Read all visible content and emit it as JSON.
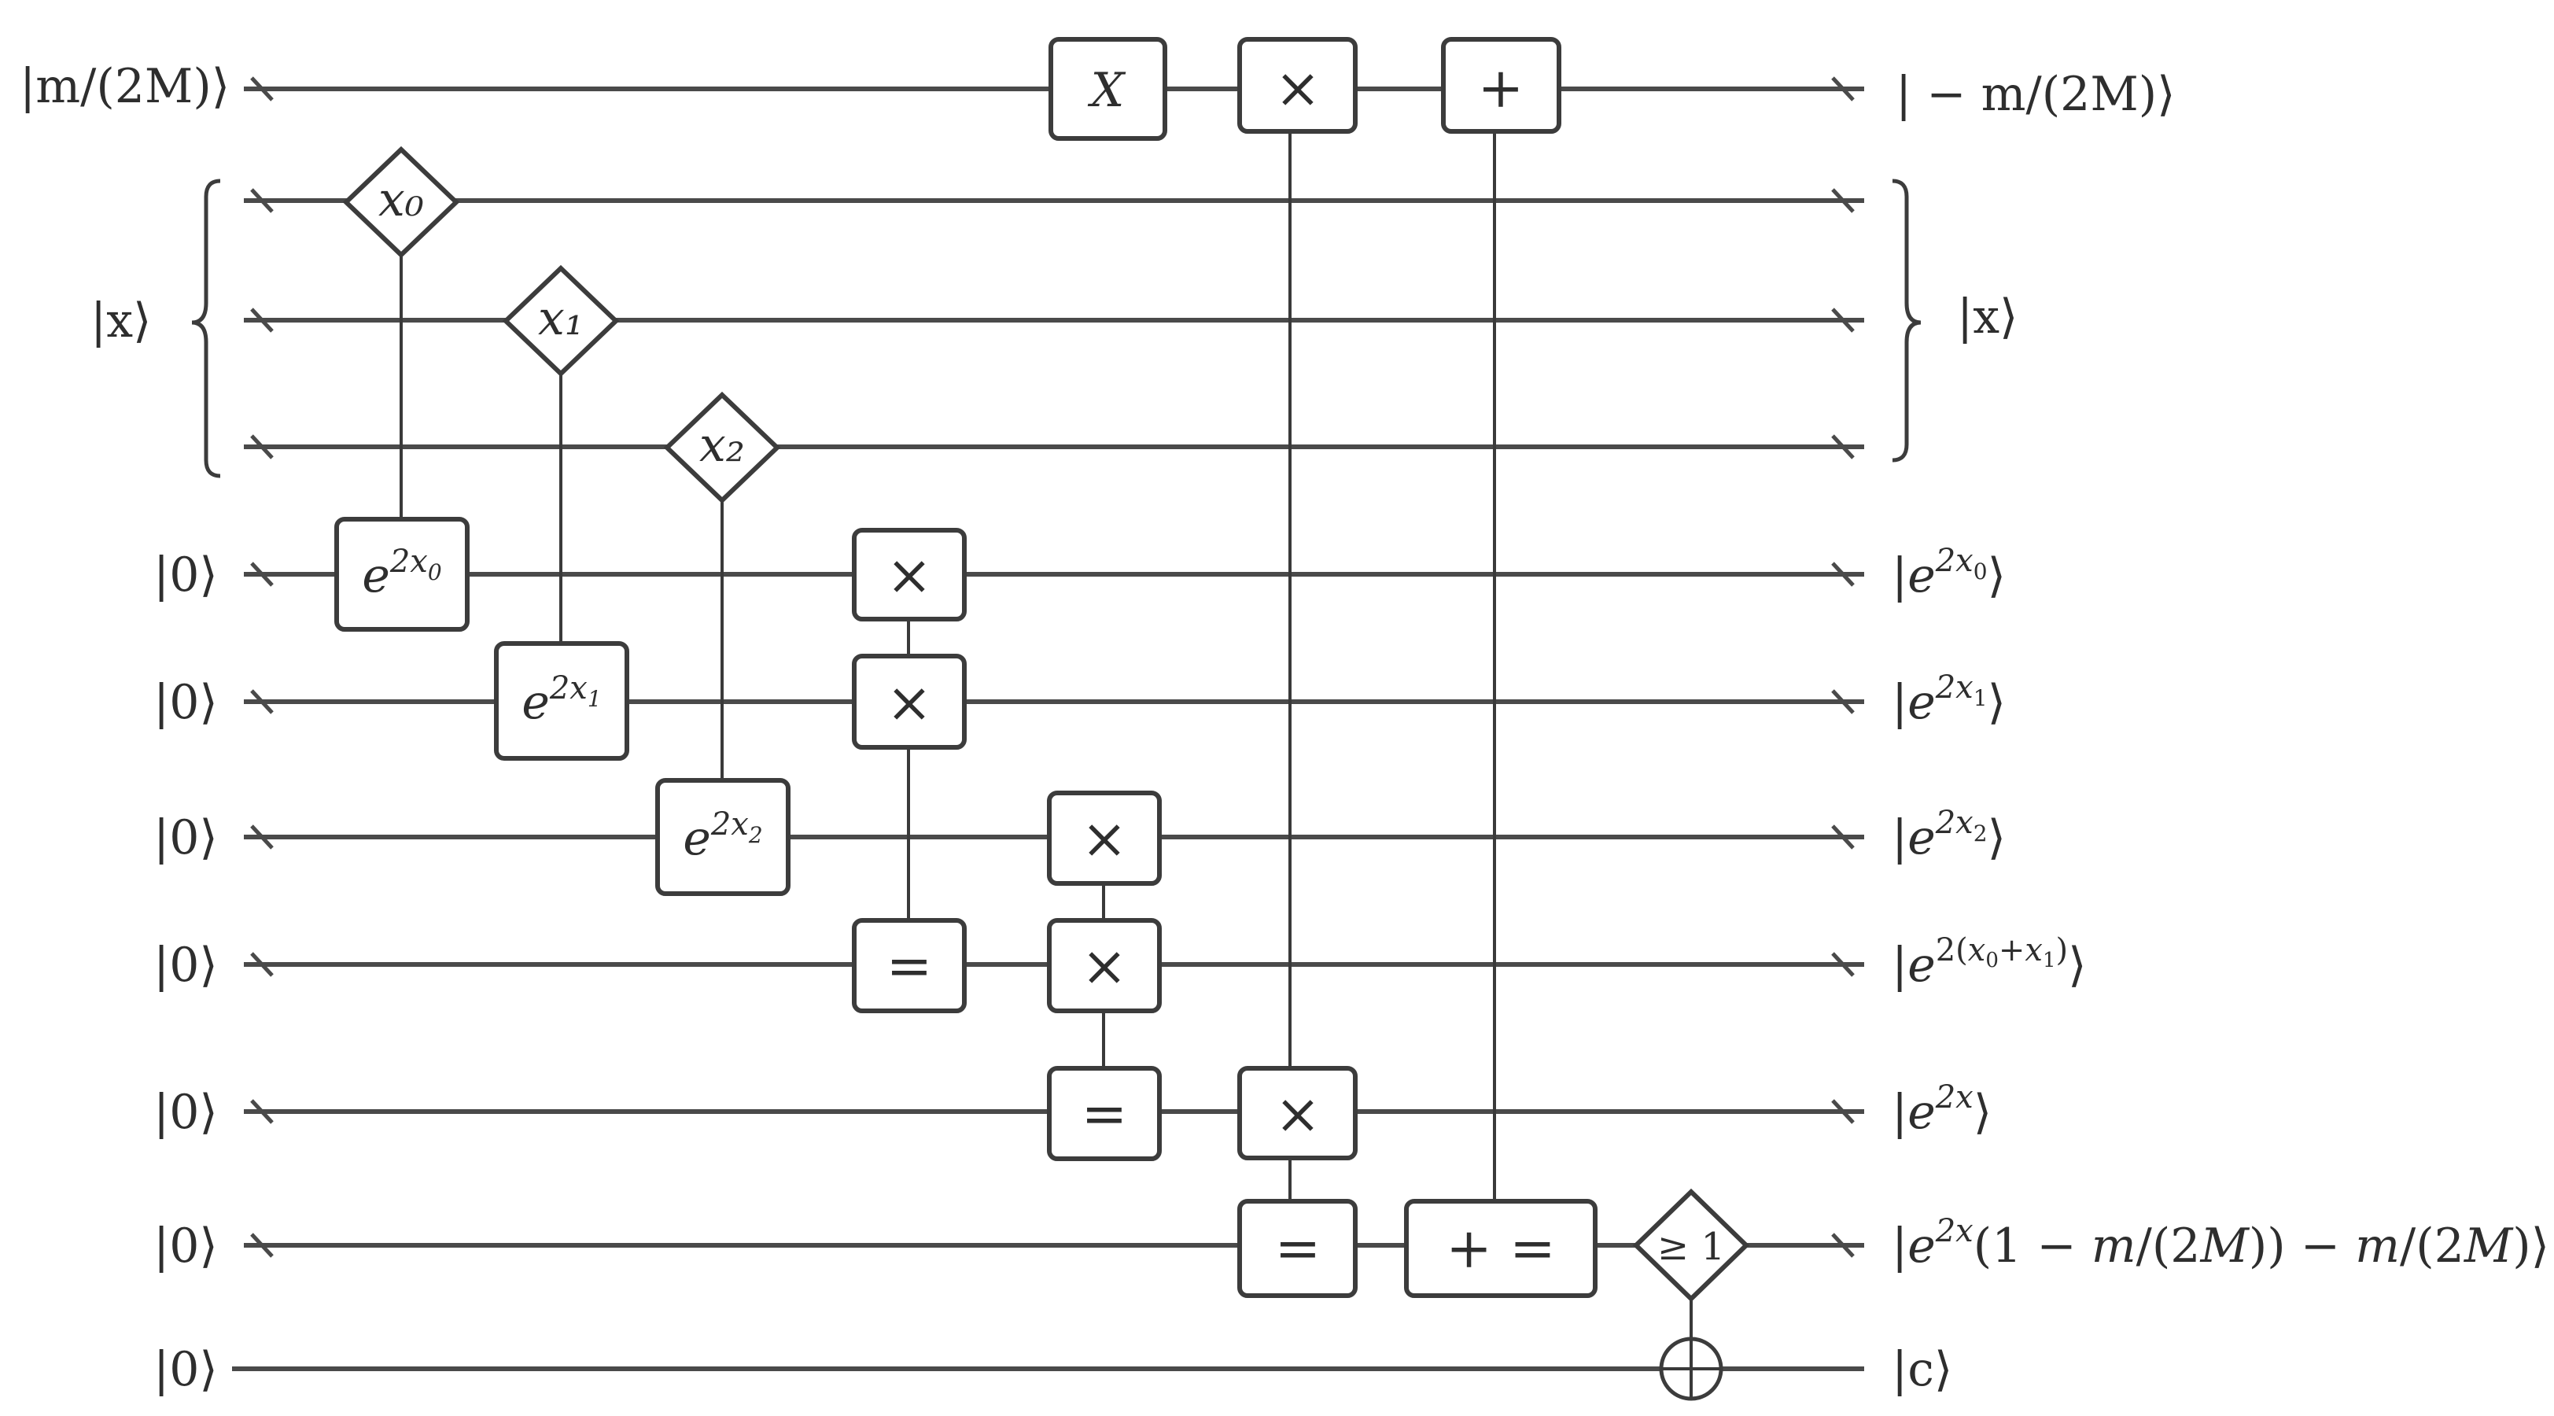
{
  "inputs": {
    "m": "|m/(2M)⟩",
    "x": "|x⟩",
    "zero": "|0⟩"
  },
  "outputs": {
    "m": "| − m/(2M)⟩",
    "x": "|x⟩",
    "e0": "|e^{2x_0}⟩",
    "e1": "|e^{2x_1}⟩",
    "e2": "|e^{2x_2}⟩",
    "e01": "|e^{2(x_0+x_1)}⟩",
    "e2x": "|e^{2x}⟩",
    "result": "|e^{2x}(1 − m/(2M)) − m/(2M)⟩",
    "c": "|c⟩"
  },
  "gates": {
    "x0": "x₀",
    "x1": "x₁",
    "x2": "x₂",
    "exp0": "e^{2x_0}",
    "exp1": "e^{2x_1}",
    "exp2": "e^{2x_2}",
    "not": "X",
    "mul": "×",
    "eq": "=",
    "add": "+",
    "addeq": "+ =",
    "geq": "≥ 1"
  }
}
